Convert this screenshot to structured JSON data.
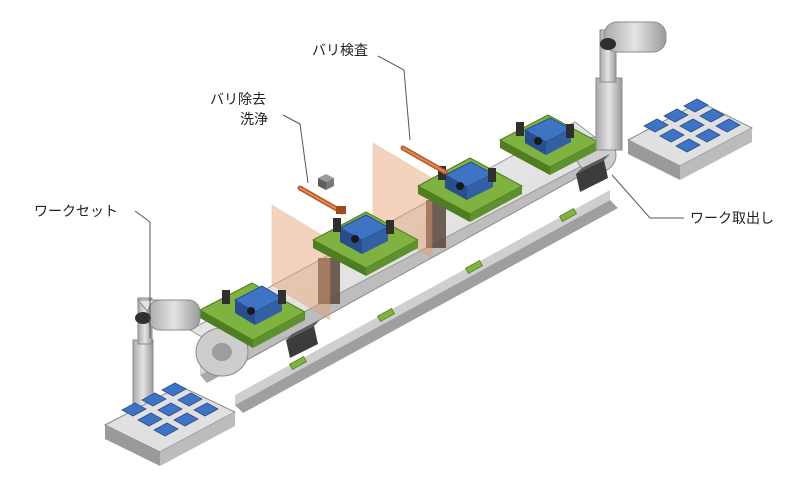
{
  "labels": {
    "work_set": "ワークセット",
    "deburr_clean_line1": "バリ除去",
    "deburr_clean_line2": "洗浄",
    "burr_inspection": "バリ検査",
    "work_remove": "ワーク取出し"
  },
  "colors": {
    "conveyor_top": "#e6e6e6",
    "conveyor_side": "#bdbdbd",
    "pallet_green": "#7fb241",
    "pallet_green_dark": "#4f7d22",
    "workpiece_blue": "#3f73c4",
    "workpiece_blue_dark": "#274f8f",
    "panel_orange": "#e8a070",
    "robot_gray": "#c8c8c8"
  },
  "icons": {
    "robot_left": "robot-arm-icon",
    "robot_right": "robot-arm-icon",
    "tray_left": "parts-tray-icon",
    "tray_right": "parts-tray-icon"
  }
}
